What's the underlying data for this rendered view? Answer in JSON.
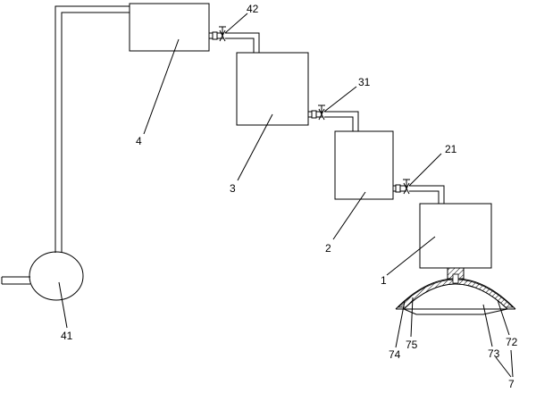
{
  "labels": {
    "tank_1": "1",
    "tank_2": "2",
    "tank_3": "3",
    "tank_4": "4",
    "valve_21": "21",
    "valve_31": "31",
    "valve_42": "42",
    "pump_41": "41",
    "cap_7": "7",
    "part_72": "72",
    "part_73": "73",
    "part_74": "74",
    "part_75": "75"
  },
  "colors": {
    "line": "#000000",
    "background": "#ffffff",
    "hatch": "#000000"
  }
}
